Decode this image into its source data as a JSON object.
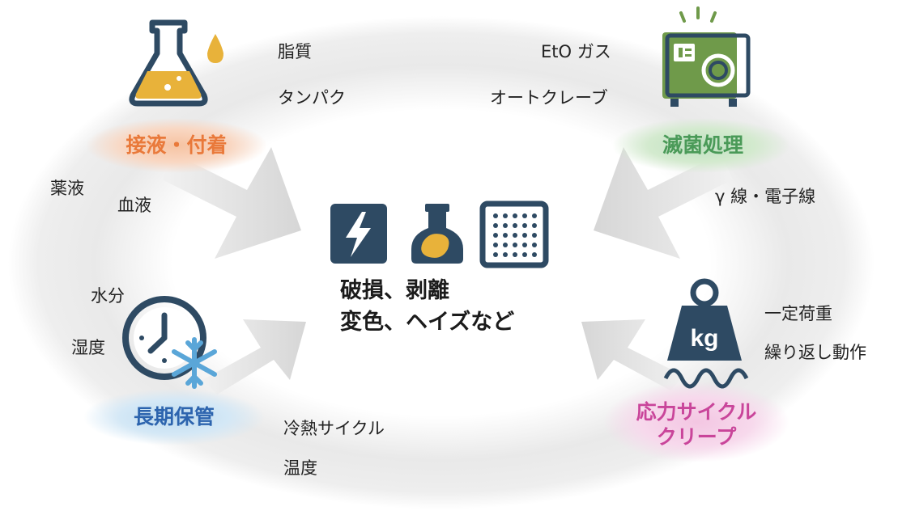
{
  "categories": {
    "contact": {
      "label": "接液・付着",
      "factors": [
        "脂質",
        "タンパク",
        "薬液",
        "血液"
      ],
      "color": "#e9793a"
    },
    "sterilization": {
      "label": "滅菌処理",
      "factors": [
        "EtO ガス",
        "オートクレーブ",
        "γ 線・電子線"
      ],
      "color": "#4a9a58"
    },
    "storage": {
      "label": "長期保管",
      "factors": [
        "水分",
        "湿度",
        "冷熱サイクル",
        "温度"
      ],
      "color": "#2c64ae"
    },
    "stress": {
      "label_line1": "応力サイクル",
      "label_line2": "クリープ",
      "factors": [
        "一定荷重",
        "繰り返し動作"
      ],
      "color": "#c9459a"
    }
  },
  "center": {
    "line1": "破損、剥離",
    "line2": "変色、ヘイズなど"
  },
  "icons": [
    "flask-icon",
    "sterilizer-icon",
    "clock-snowflake-icon",
    "weight-icon",
    "lightning-icon",
    "bottle-icon",
    "grid-icon"
  ],
  "colors": {
    "icon_dark": "#2e4a63",
    "flask_liquid": "#e8b23a",
    "sterilizer_green": "#6f9a4a"
  }
}
